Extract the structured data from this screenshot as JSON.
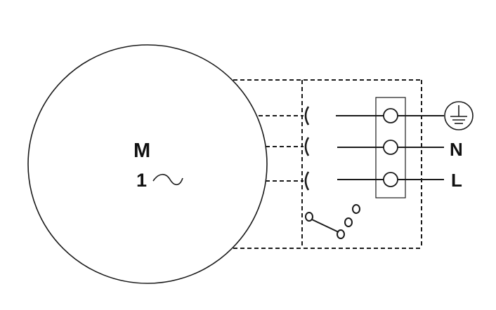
{
  "motor": {
    "letter": "M",
    "phase": "1"
  },
  "terminals": {
    "earth_icon": "earth-ground-icon",
    "neutral": "N",
    "live": "L"
  },
  "speed_selector": {
    "icon": "rotary-switch-icon"
  },
  "colors": {
    "stroke": "#1a1a1a",
    "background": "#ffffff"
  }
}
